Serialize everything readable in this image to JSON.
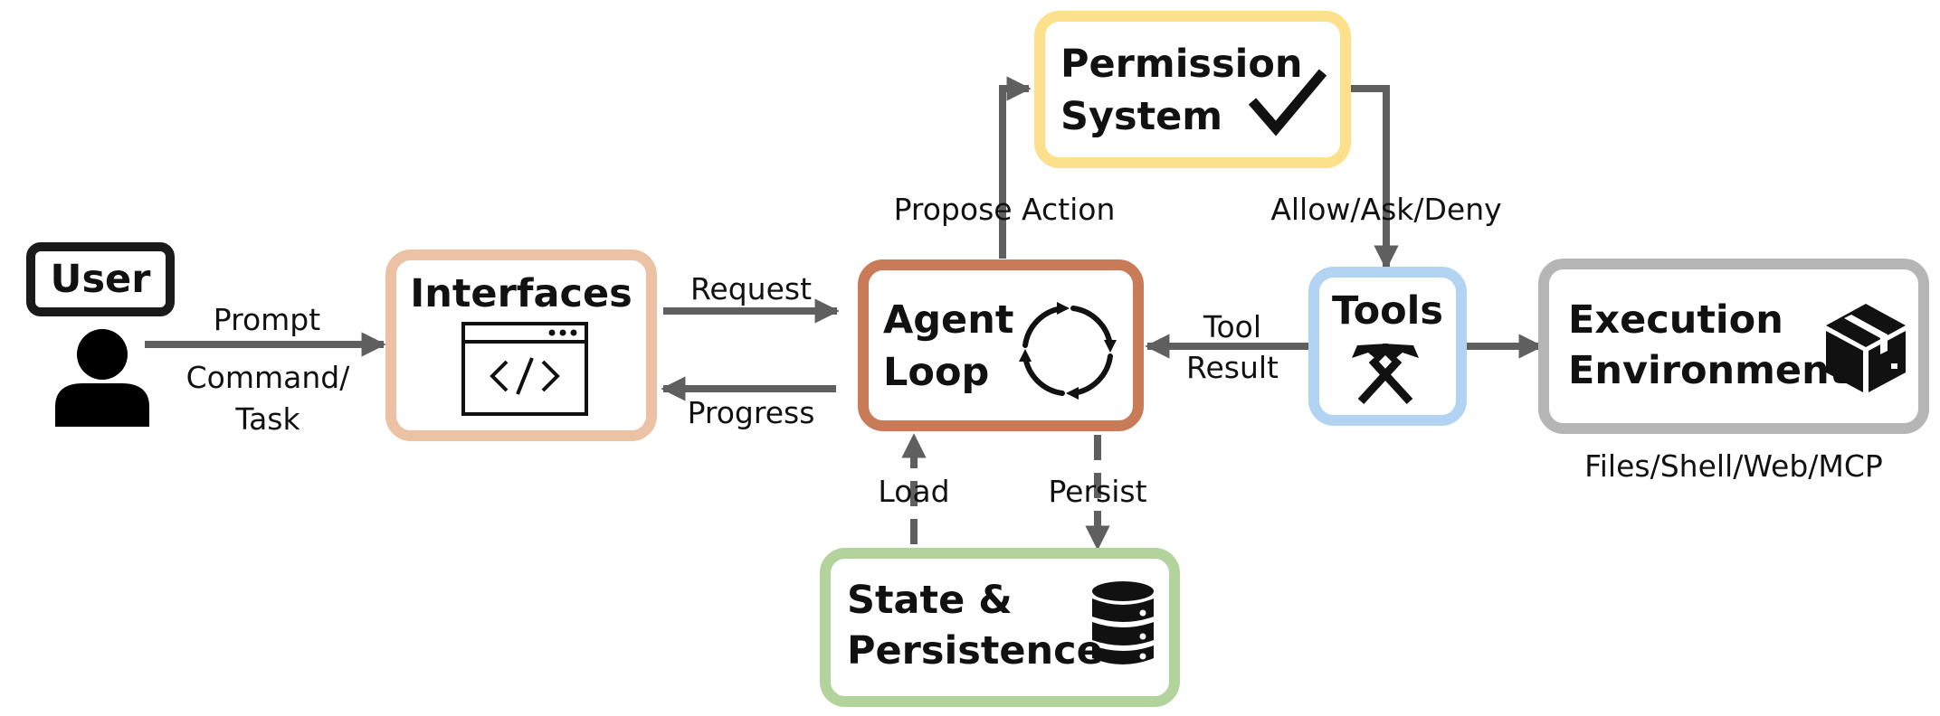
{
  "user": {
    "title": "User"
  },
  "interfaces": {
    "title": "Interfaces"
  },
  "agent_loop": {
    "title_line1": "Agent",
    "title_line2": "Loop"
  },
  "permission": {
    "title_line1": "Permission",
    "title_line2": "System"
  },
  "tools": {
    "title": "Tools"
  },
  "execution": {
    "title_line1": "Execution",
    "title_line2": "Environment",
    "caption": "Files/Shell/Web/MCP"
  },
  "state": {
    "title_line1": "State &",
    "title_line2": "Persistence"
  },
  "edges": {
    "prompt": "Prompt",
    "command_line1": "Command/",
    "command_line2": "Task",
    "request": "Request",
    "progress": "Progress",
    "propose_action": "Propose Action",
    "allow_ask_deny": "Allow/Ask/Deny",
    "tool_line1": "Tool",
    "tool_line2": "Result",
    "load": "Load",
    "persist": "Persist"
  },
  "colors": {
    "user": "#1a1a1a",
    "interfaces": "#ecc2a5",
    "agent_loop": "#c97a56",
    "permission": "#fde08c",
    "tools": "#b3d3f2",
    "execution": "#b5b5b5",
    "state": "#b2d39b",
    "arrow": "#5f5f5f"
  }
}
